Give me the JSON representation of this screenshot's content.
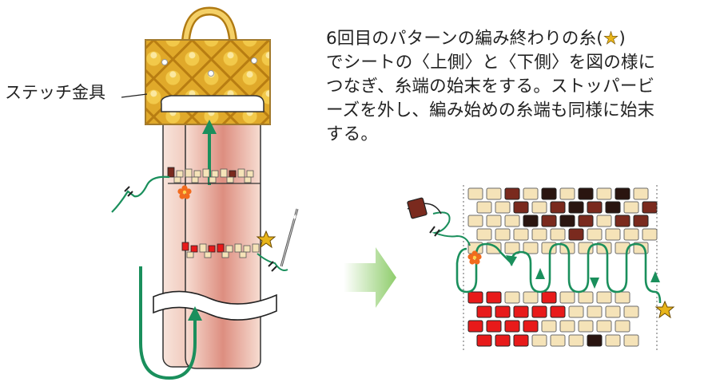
{
  "label": {
    "stitch_hardware": "ステッチ金具"
  },
  "instructions": {
    "line1": "6回目のパターンの編み終わりの糸(★)",
    "line2": "でシートの〈上側〉と〈下側〉を図の様に",
    "line3": "つなぎ、糸端の始末をする。ストッパービ",
    "line4": "ーズを外し、編み始めの糸端も同様に始末",
    "line5": "する。"
  },
  "colors": {
    "thread_green": "#1a8f5c",
    "bead_cream": "#f5e3b8",
    "bead_red": "#e81a1a",
    "bead_brown": "#7a2a1e",
    "bead_black": "#2a1510",
    "hardware_gold": "#d9a520",
    "sheet_pink": "#e8a396",
    "arrow_green": "#9ad27a"
  },
  "icons": {
    "star": "star-icon",
    "flower": "flower-icon",
    "needle": "needle-icon"
  }
}
